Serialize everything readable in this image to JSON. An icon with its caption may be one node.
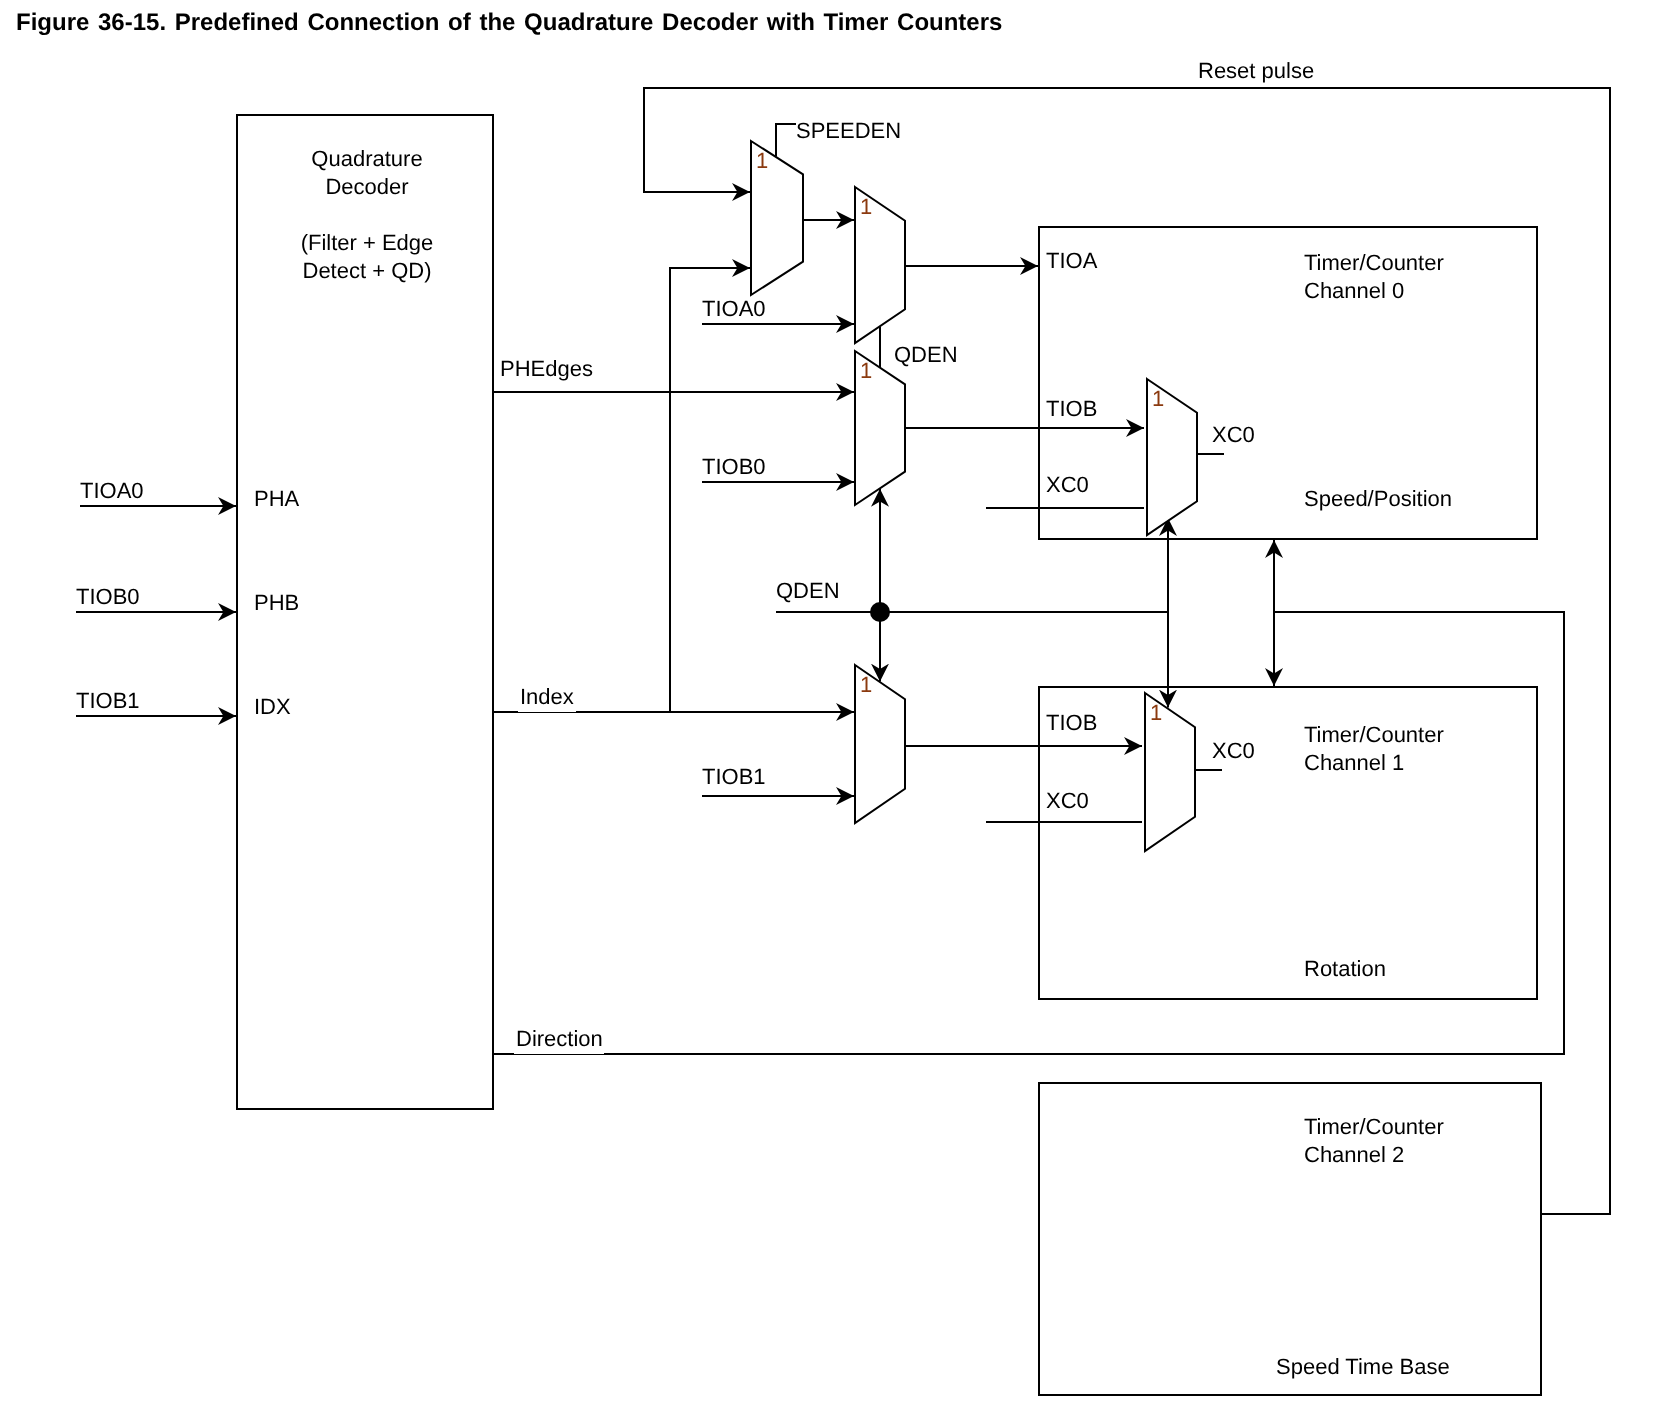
{
  "diagram": {
    "title": "Figure 36-15. Predefined Connection of the Quadrature Decoder with Timer Counters",
    "nodes": [
      {
        "text": [
          "Quadrature Decoder",
          "(Filter + Edge Detect + QD)"
        ]
      },
      {
        "text": [
          "TIOA0"
        ]
      },
      {
        "text": [
          "TIOB0"
        ]
      },
      {
        "text": [
          "TIOB1"
        ]
      },
      {
        "text": [
          "SPEEDEN"
        ]
      },
      {
        "text": [
          "1"
        ]
      },
      {
        "text": [
          "1"
        ]
      },
      {
        "text": [
          "TIOA0"
        ]
      },
      {
        "text": [
          "1"
        ]
      },
      {
        "text": [
          "TIOB0"
        ]
      },
      {
        "text": [
          "QDEN"
        ]
      },
      {
        "text": [
          "1"
        ]
      },
      {
        "text": [
          "TIOB1"
        ]
      },
      {
        "text": [
          "Timer/Counter Channel 0",
          "Speed/Position"
        ]
      },
      {
        "text": [
          "1"
        ],
        "in": 13
      },
      {
        "text": [
          "Timer/Counter Channel 1",
          "Rotation"
        ]
      },
      {
        "text": [
          "1"
        ],
        "in": 15
      },
      {
        "text": [
          "Timer/Counter Channel 2",
          "Speed Time Base"
        ]
      },
      {
        "text": [
          "XC0"
        ],
        "in": 13
      },
      {
        "text": [
          "XC0"
        ],
        "in": 15
      }
    ],
    "edges": [
      {
        "from": 1,
        "to": 0,
        "arrow": "to"
      },
      {
        "from": 2,
        "to": 0,
        "arrow": "to"
      },
      {
        "from": 3,
        "to": 0,
        "arrow": "to"
      },
      {
        "from": 17,
        "to": 5,
        "arrow": "to",
        "label": "Reset pulse"
      },
      {
        "from": 0,
        "to": 5,
        "arrow": "to"
      },
      {
        "from": 4,
        "to": 5,
        "arrow": "none"
      },
      {
        "from": 5,
        "to": 6,
        "arrow": "to"
      },
      {
        "from": 7,
        "to": 6,
        "arrow": "to"
      },
      {
        "from": 6,
        "to": 13,
        "arrow": "to"
      },
      {
        "from": 0,
        "to": 8,
        "arrow": "to",
        "label": "PHEdges"
      },
      {
        "from": 9,
        "to": 8,
        "arrow": "to"
      },
      {
        "from": 10,
        "to": 8,
        "arrow": "to"
      },
      {
        "from": 8,
        "to": 14,
        "arrow": "to"
      },
      {
        "from": null,
        "to": 14,
        "arrow": "none"
      },
      {
        "from": 14,
        "to": 18,
        "arrow": "none"
      },
      {
        "from": 0,
        "to": 11,
        "arrow": "to",
        "label": "Index"
      },
      {
        "from": 12,
        "to": 11,
        "arrow": "to"
      },
      {
        "from": 10,
        "to": 11,
        "arrow": "to"
      },
      {
        "from": 11,
        "to": 16,
        "arrow": "to"
      },
      {
        "from": null,
        "to": 16,
        "arrow": "none"
      },
      {
        "from": 16,
        "to": 19,
        "arrow": "none"
      },
      {
        "from": 10,
        "to": 14,
        "arrow": "to"
      },
      {
        "from": 10,
        "to": 16,
        "arrow": "to"
      },
      {
        "from": 0,
        "to": 13,
        "arrow": "to",
        "label": "Direction"
      },
      {
        "from": 0,
        "to": 15,
        "arrow": "to"
      },
      {
        "from": 6,
        "to": 8,
        "arrow": "none",
        "label": "QDEN"
      }
    ],
    "labels": [
      "PHA",
      "PHB",
      "IDX",
      "TIOA",
      "TIOB",
      "XC0",
      "TIOB",
      "XC0"
    ]
  }
}
